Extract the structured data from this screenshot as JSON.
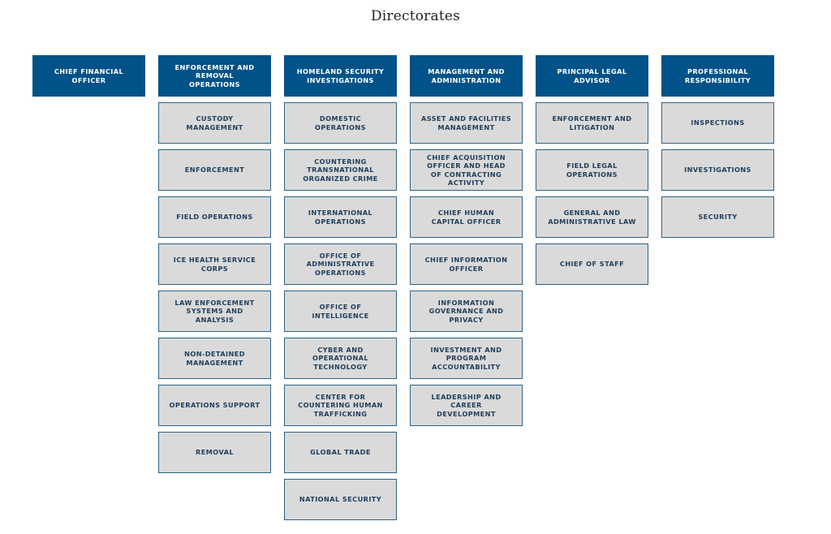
{
  "title": "Directorates",
  "directorates": [
    {
      "header": "CHIEF FINANCIAL OFFICER",
      "items": []
    },
    {
      "header": "ENFORCEMENT AND REMOVAL OPERATIONS",
      "items": [
        "CUSTODY MANAGEMENT",
        "ENFORCEMENT",
        "FIELD OPERATIONS",
        "ICE HEALTH SERVICE CORPS",
        "LAW ENFORCEMENT SYSTEMS AND ANALYSIS",
        "NON-DETAINED MANAGEMENT",
        "OPERATIONS SUPPORT",
        "REMOVAL"
      ]
    },
    {
      "header": "HOMELAND SECURITY INVESTIGATIONS",
      "items": [
        "DOMESTIC OPERATIONS",
        "COUNTERING TRANSNATIONAL ORGANIZED CRIME",
        "INTERNATIONAL OPERATIONS",
        "OFFICE OF ADMINISTRATIVE OPERATIONS",
        "OFFICE OF INTELLIGENCE",
        "CYBER AND OPERATIONAL TECHNOLOGY",
        "CENTER FOR COUNTERING HUMAN TRAFFICKING",
        "GLOBAL TRADE",
        "NATIONAL SECURITY"
      ]
    },
    {
      "header": "MANAGEMENT AND ADMINISTRATION",
      "items": [
        "ASSET AND FACILITIES MANAGEMENT",
        "CHIEF ACQUISITION OFFICER AND HEAD OF CONTRACTING ACTIVITY",
        "CHIEF HUMAN CAPITAL OFFICER",
        "CHIEF INFORMATION OFFICER",
        "INFORMATION GOVERNANCE AND PRIVACY",
        "INVESTMENT AND PROGRAM ACCOUNTABILITY",
        "LEADERSHIP AND CAREER DEVELOPMENT"
      ]
    },
    {
      "header": "PRINCIPAL LEGAL ADVISOR",
      "items": [
        "ENFORCEMENT AND LITIGATION",
        "FIELD LEGAL OPERATIONS",
        "GENERAL AND ADMINISTRATIVE LAW",
        "CHIEF OF STAFF"
      ]
    },
    {
      "header": "PROFESSIONAL RESPONSIBILITY",
      "items": [
        "INSPECTIONS",
        "INVESTIGATIONS",
        "SECURITY"
      ]
    }
  ],
  "colors": {
    "header_bg": "#005288",
    "header_text": "#ffffff",
    "item_bg": "#dadada",
    "item_border": "#2d6286",
    "item_text": "#1f3e5c"
  }
}
